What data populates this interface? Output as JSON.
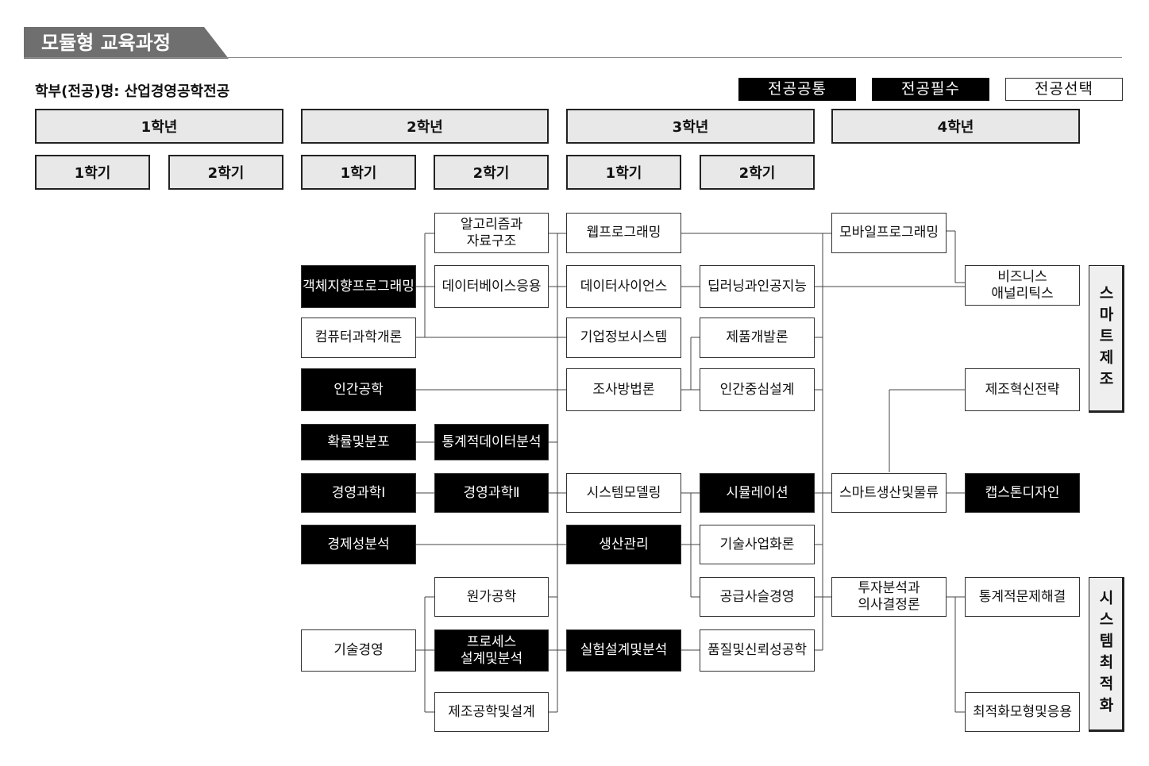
{
  "page": {
    "title": "모듈형 교육과정",
    "department": "학부(전공)명:  산업경영공학전공"
  },
  "legend": [
    {
      "key": "common",
      "label": "전공공통"
    },
    {
      "key": "required",
      "label": "전공필수"
    },
    {
      "key": "elective",
      "label": "전공선택"
    }
  ],
  "colors": {
    "required": "#000000",
    "elective": "#ffffff",
    "header_bg": "#e8e8e8",
    "tab_bg": "#6f6f6f"
  },
  "years": [
    "1학년",
    "2학년",
    "3학년",
    "4학년"
  ],
  "semesters": [
    "1학기",
    "2학기",
    "1학기",
    "2학기",
    "1학기",
    "2학기"
  ],
  "tracks": [
    "스마트제조",
    "시스템최적화"
  ],
  "courses": {
    "algorithms": {
      "label": "알고리즘과\n자료구조",
      "type": "elective"
    },
    "webprog": {
      "label": "웹프로그래밍",
      "type": "elective"
    },
    "mobileprog": {
      "label": "모바일프로그래밍",
      "type": "elective"
    },
    "oop": {
      "label": "객체지향프로그래밍",
      "type": "required"
    },
    "dbapp": {
      "label": "데이터베이스응용",
      "type": "elective"
    },
    "datasci": {
      "label": "데이터사이언스",
      "type": "elective"
    },
    "deeplearning": {
      "label": "딥러닝과인공지능",
      "type": "elective"
    },
    "bizanalytics": {
      "label": "비즈니스\n애널리틱스",
      "type": "elective"
    },
    "intro_cs": {
      "label": "컴퓨터과학개론",
      "type": "elective"
    },
    "mis": {
      "label": "기업정보시스템",
      "type": "elective"
    },
    "productdev": {
      "label": "제품개발론",
      "type": "elective"
    },
    "ergonomics": {
      "label": "인간공학",
      "type": "required"
    },
    "research": {
      "label": "조사방법론",
      "type": "elective"
    },
    "hcd": {
      "label": "인간중심설계",
      "type": "elective"
    },
    "mfg_strategy": {
      "label": "제조혁신전략",
      "type": "elective"
    },
    "probability": {
      "label": "확률및분포",
      "type": "required"
    },
    "stat_analysis": {
      "label": "통계적데이터분석",
      "type": "required"
    },
    "or1": {
      "label": "경영과학Ⅰ",
      "type": "required"
    },
    "or2": {
      "label": "경영과학Ⅱ",
      "type": "required"
    },
    "sysmodel": {
      "label": "시스템모델링",
      "type": "elective"
    },
    "simulation": {
      "label": "시뮬레이션",
      "type": "required"
    },
    "smartprod": {
      "label": "스마트생산및물류",
      "type": "elective"
    },
    "capstone": {
      "label": "캡스톤디자인",
      "type": "required"
    },
    "econ": {
      "label": "경제성분석",
      "type": "required"
    },
    "prodmgmt": {
      "label": "생산관리",
      "type": "required"
    },
    "techbiz": {
      "label": "기술사업화론",
      "type": "elective"
    },
    "costeng": {
      "label": "원가공학",
      "type": "elective"
    },
    "scm": {
      "label": "공급사슬경영",
      "type": "elective"
    },
    "investment": {
      "label": "투자분석과\n의사결정론",
      "type": "elective"
    },
    "statprob": {
      "label": "통계적문제해결",
      "type": "elective"
    },
    "techmgmt": {
      "label": "기술경영",
      "type": "elective"
    },
    "process": {
      "label": "프로세스\n설계및분석",
      "type": "required"
    },
    "doe": {
      "label": "실험설계및분석",
      "type": "required"
    },
    "quality": {
      "label": "품질및신뢰성공학",
      "type": "elective"
    },
    "optimization": {
      "label": "최적화모형및응용",
      "type": "elective"
    },
    "mfgdesign": {
      "label": "제조공학및설계",
      "type": "elective"
    }
  }
}
